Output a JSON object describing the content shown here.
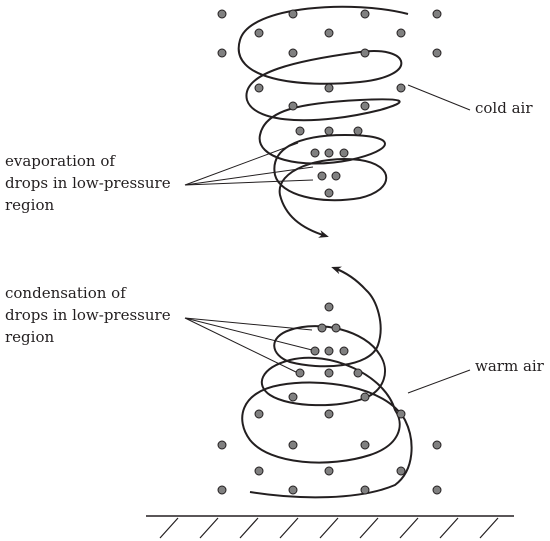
{
  "labels": {
    "cold_air": "cold air",
    "warm_air": "warm air",
    "evaporation": [
      "evaporation of",
      "drops in low-pressure",
      "region"
    ],
    "condensation": [
      "condensation of",
      "drops in low-pressure",
      "region"
    ]
  },
  "colors": {
    "ink": "#231f20",
    "drop_fill": "#808080"
  }
}
